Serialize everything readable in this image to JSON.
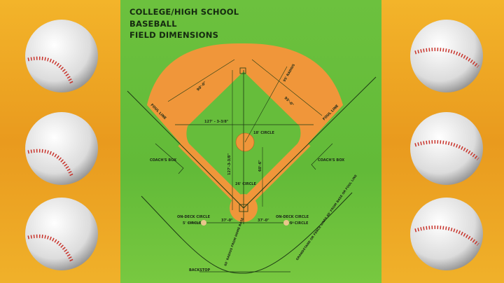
{
  "title": {
    "line1": "COLLEGE/HIGH SCHOOL",
    "line2": "BASEBALL",
    "line3": "FIELD DIMENSIONS"
  },
  "labels": {
    "foul_line_left": "FOUL LINE",
    "foul_line_right": "FOUL LINE",
    "baseline_left": "90'-0\"",
    "baseline_right": "95'-0\"",
    "radius": "95' RADIUS",
    "first_third": "127' - 3-3/8\"",
    "mound_circle": "18' CIRCLE",
    "coach_box_left": "COACH'S BOX",
    "coach_box_right": "COACH'S BOX",
    "home_circle": "26' CIRCLE",
    "home_second": "127'-3-3/8\"",
    "pitch_distance": "60'-6\"",
    "on_deck_left_1": "ON-DECK CIRCLE",
    "on_deck_left_2": "5' CIRCLE",
    "on_deck_right_1": "ON-DECK CIRCLE",
    "on_deck_right_2": "5' CIRCLE",
    "on_deck_dist_left": "37'-0\"",
    "on_deck_dist_right": "37'-0\"",
    "backstop_radius": "60' RADIUS FROM HOME BASE",
    "grandstand": "GRANDSTAND OR FENCE LINES 60' FROM BASE OR FOUL LINE",
    "backstop": "BACKSTOP"
  },
  "colors": {
    "background": "#f0a823",
    "field": "#66bd3b",
    "dirt": "#f0963a",
    "lines": "#1d3a14"
  }
}
